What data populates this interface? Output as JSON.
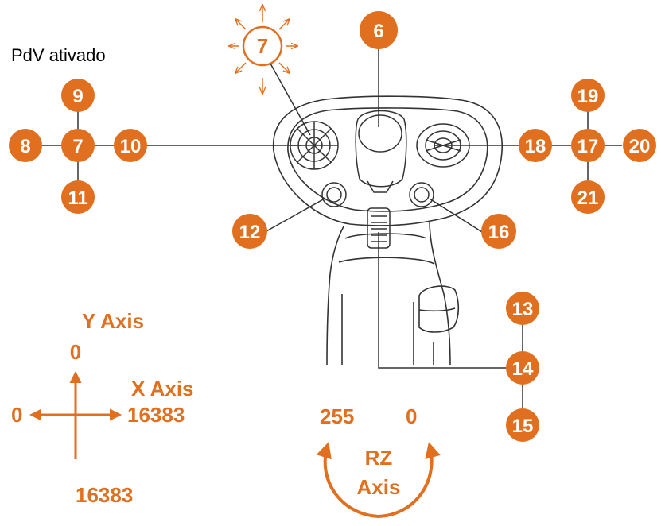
{
  "pov_label": "PdV ativado",
  "colors": {
    "accent": "#e07020",
    "stroke": "#333333"
  },
  "buttons": {
    "b6": "6",
    "b7_hat": "7",
    "b7": "7",
    "b8": "8",
    "b9": "9",
    "b10": "10",
    "b11": "11",
    "b12": "12",
    "b13": "13",
    "b14": "14",
    "b15": "15",
    "b16": "16",
    "b17": "17",
    "b18": "18",
    "b19": "19",
    "b20": "20",
    "b21": "21"
  },
  "axes": {
    "y_title": "Y Axis",
    "y_min": "0",
    "y_max": "16383",
    "x_title": "X Axis",
    "x_min": "0",
    "x_max": "16383",
    "rz_left": "255",
    "rz_right": "0",
    "rz_line1": "RZ",
    "rz_line2": "Axis"
  }
}
